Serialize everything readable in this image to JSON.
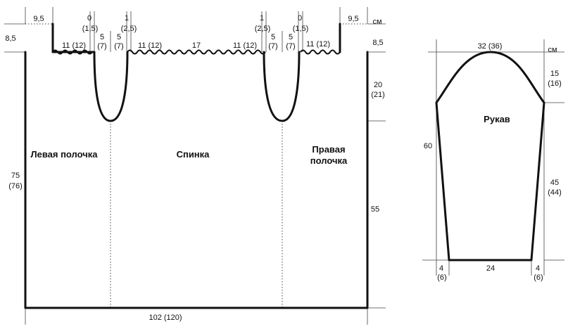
{
  "body": {
    "labels": {
      "left_front": "Левая полочка",
      "back": "Спинка",
      "right_front_line1": "Правая",
      "right_front_line2": "полочка"
    },
    "dims": {
      "top_margin_left": "9,5",
      "top_margin_right": "9,5",
      "unit": "см",
      "shoulder_drop_left": "8,5",
      "shoulder_drop_right": "8,5",
      "neck_left_l1": "0",
      "neck_left_l2": "(1,5)",
      "neck_left2_l1": "1",
      "neck_left2_l2": "(2,5)",
      "neck_right2_l1": "1",
      "neck_right2_l2": "(2,5)",
      "neck_right_l1": "0",
      "neck_right_l2": "(1,5)",
      "seg_11_12_a": "11 (12)",
      "seg_5_7_a_l1": "5",
      "seg_5_7_a_l2": "(7)",
      "seg_5_7_b_l1": "5",
      "seg_5_7_b_l2": "(7)",
      "seg_11_12_b": "11 (12)",
      "seg_17": "17",
      "seg_11_12_c": "11 (12)",
      "seg_5_7_c_l1": "5",
      "seg_5_7_c_l2": "(7)",
      "seg_5_7_d_l1": "5",
      "seg_5_7_d_l2": "(7)",
      "seg_11_12_d": "11 (12)",
      "armhole_l1": "20",
      "armhole_l2": "(21)",
      "length_l1": "75",
      "length_l2": "(76)",
      "side_55": "55",
      "bottom": "102 (120)"
    }
  },
  "sleeve": {
    "label": "Рукав",
    "dims": {
      "top": "32 (36)",
      "unit": "см",
      "cap_l1": "15",
      "cap_l2": "(16)",
      "left_60": "60",
      "right_l1": "45",
      "right_l2": "(44)",
      "bottom": "24",
      "cuff_left_l1": "4",
      "cuff_left_l2": "(6)",
      "cuff_right_l1": "4",
      "cuff_right_l2": "(6)"
    }
  }
}
